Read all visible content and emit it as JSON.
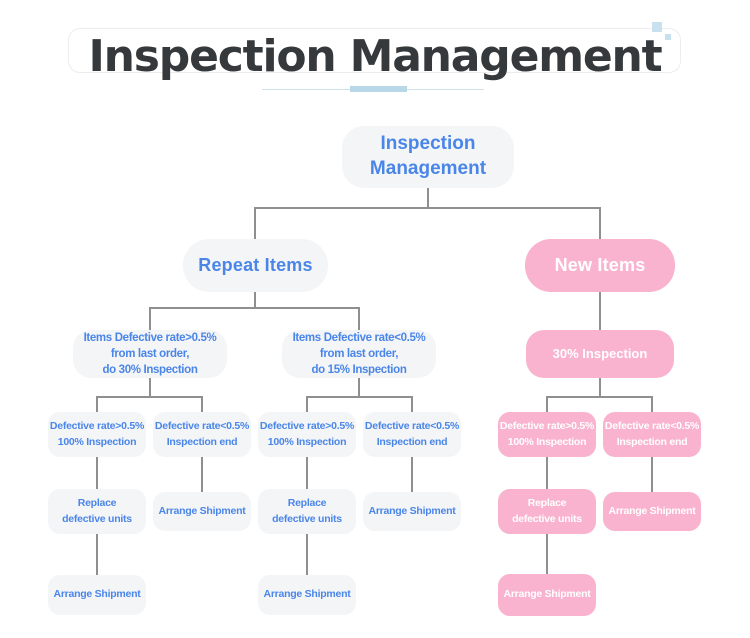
{
  "header": {
    "title": "Inspection Management"
  },
  "tree": {
    "root": {
      "label": "Inspection Management"
    },
    "repeat": {
      "label": "Repeat Items",
      "high": {
        "label": "Items Defective rate>0.5%\nfrom last order,\ndo 30% Inspection",
        "fail": {
          "label": "Defective rate>0.5%\n100% Inspection",
          "replace": {
            "label": "Replace\ndefective units",
            "ship": {
              "label": "Arrange Shipment"
            }
          }
        },
        "pass": {
          "label": "Defective rate<0.5%\nInspection end",
          "ship": {
            "label": "Arrange Shipment"
          }
        }
      },
      "low": {
        "label": "Items Defective rate<0.5%\nfrom last order,\ndo 15% Inspection",
        "fail": {
          "label": "Defective rate>0.5%\n100% Inspection",
          "replace": {
            "label": "Replace\ndefective units",
            "ship": {
              "label": "Arrange Shipment"
            }
          }
        },
        "pass": {
          "label": "Defective rate<0.5%\nInspection end",
          "ship": {
            "label": "Arrange Shipment"
          }
        }
      }
    },
    "new_items": {
      "label": "New Items",
      "inspection": {
        "label": "30% Inspection",
        "fail": {
          "label": "Defective rate>0.5%\n100% Inspection",
          "replace": {
            "label": "Replace\ndefective units",
            "ship": {
              "label": "Arrange Shipment"
            }
          }
        },
        "pass": {
          "label": "Defective rate<0.5%\nInspection end",
          "ship": {
            "label": "Arrange Shipment"
          }
        }
      }
    }
  },
  "colors": {
    "accent_blue": "#4a86e8",
    "accent_pink": "#f9b3ce",
    "node_gray": "#f4f5f7",
    "connector_gray": "#8f8f8f",
    "title_dark": "#35393c",
    "underline_blue": "#b9d8e7",
    "decor_square": "#c9e1ef"
  }
}
